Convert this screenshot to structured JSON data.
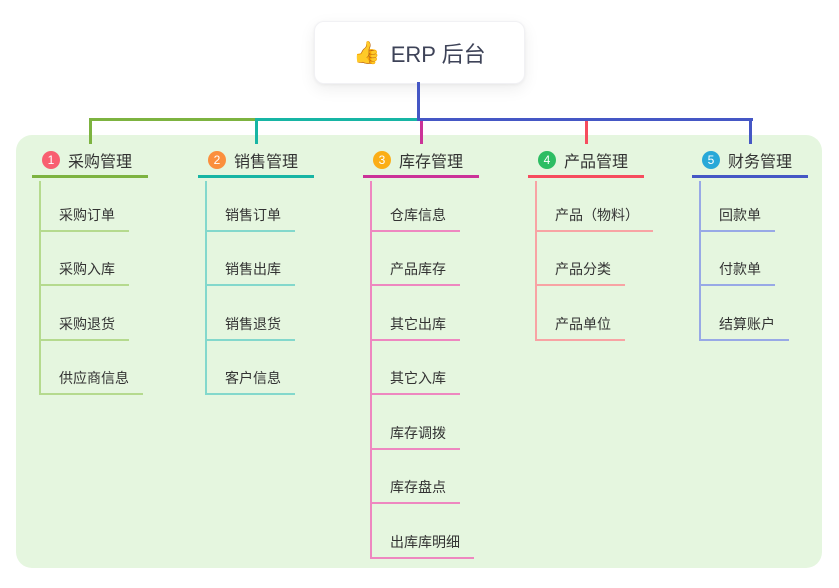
{
  "root": {
    "icon": "👍",
    "label": "ERP 后台"
  },
  "panel_color": "#e5f6df",
  "branches": [
    {
      "num": "1",
      "label": "采购管理",
      "badge_color": "#f85f70",
      "line_color": "#7db340",
      "sub_line_color": "#b5da8e",
      "children": [
        "采购订单",
        "采购入库",
        "采购退货",
        "供应商信息"
      ]
    },
    {
      "num": "2",
      "label": "销售管理",
      "badge_color": "#fb8f3d",
      "line_color": "#17b5a4",
      "sub_line_color": "#83d8cc",
      "children": [
        "销售订单",
        "销售出库",
        "销售退货",
        "客户信息"
      ]
    },
    {
      "num": "3",
      "label": "库存管理",
      "badge_color": "#fbae17",
      "line_color": "#cb3398",
      "sub_line_color": "#ee87c0",
      "children": [
        "仓库信息",
        "产品库存",
        "其它出库",
        "其它入库",
        "库存调拨",
        "库存盘点",
        "出库库明细"
      ]
    },
    {
      "num": "4",
      "label": "产品管理",
      "badge_color": "#2dbd63",
      "line_color": "#f64c5e",
      "sub_line_color": "#f8a3a4",
      "children": [
        "产品（物料）",
        "产品分类",
        "产品单位"
      ]
    },
    {
      "num": "5",
      "label": "财务管理",
      "badge_color": "#28a8d8",
      "line_color": "#4557c5",
      "sub_line_color": "#98a9e6",
      "children": [
        "回款单",
        "付款单",
        "结算账户"
      ]
    }
  ]
}
